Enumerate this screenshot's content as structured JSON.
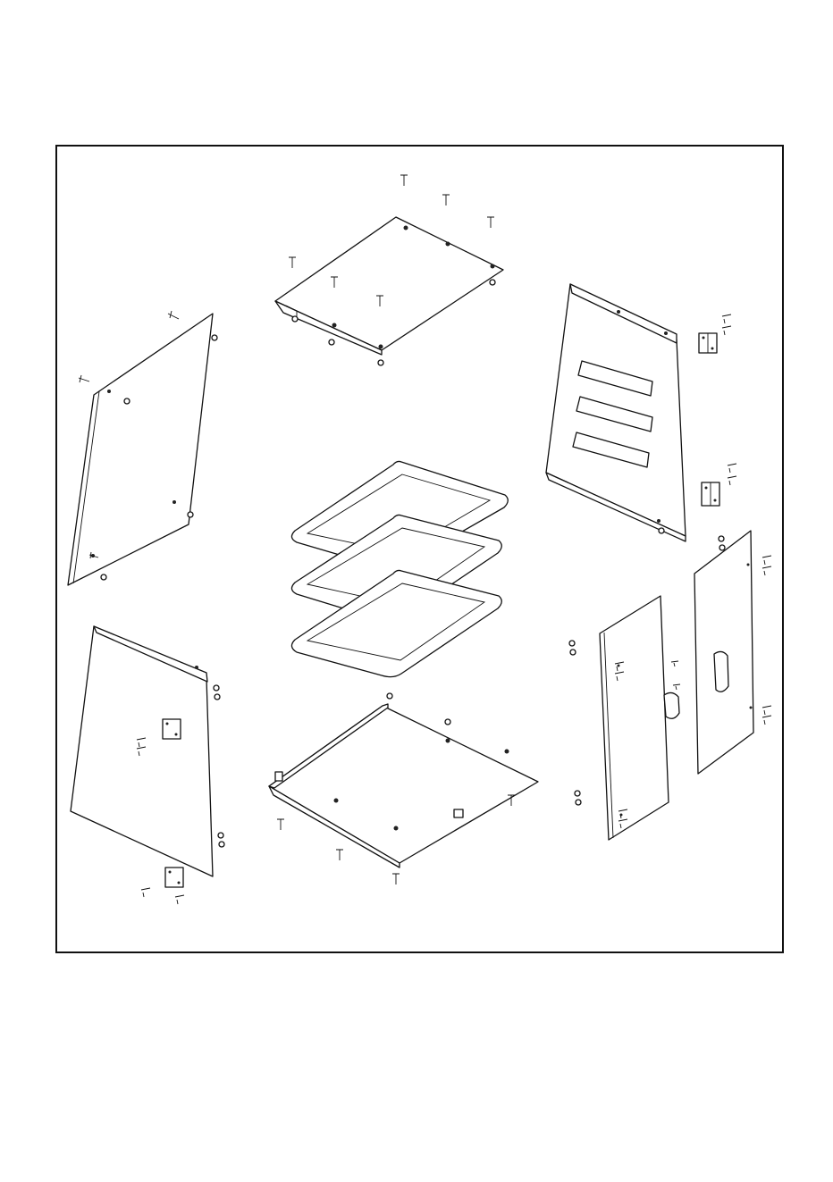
{
  "drawing": {
    "type": "exploded-assembly-diagram",
    "line_color": "#111111",
    "background": "#ffffff",
    "parts": [
      "top-panel",
      "left-side-panel",
      "rear-panel-with-vents",
      "rear-hinges",
      "oven-tray-1",
      "oven-tray-2",
      "oven-tray-3",
      "lower-left-side-panel",
      "base-panel",
      "front-door-left",
      "front-door-right",
      "door-handles",
      "screws",
      "nuts"
    ]
  }
}
